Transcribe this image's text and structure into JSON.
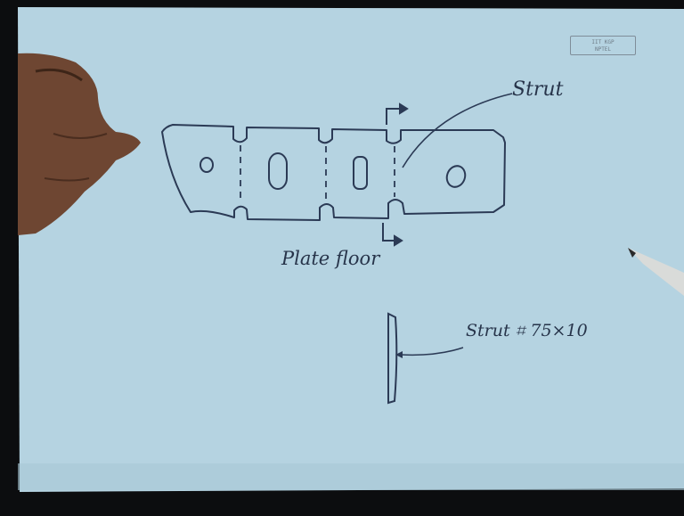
{
  "diagram": {
    "labels": {
      "strut": "Strut",
      "plate_floor": "Plate floor",
      "strut_size": "Strut ⌗ 75×10"
    },
    "corner_badge": {
      "line1": "IIT KGP",
      "line2": "NPTEL"
    },
    "colors": {
      "paper": "#b5d3e1",
      "ink": "#2b3a55",
      "background": "#0c0d0f"
    }
  }
}
